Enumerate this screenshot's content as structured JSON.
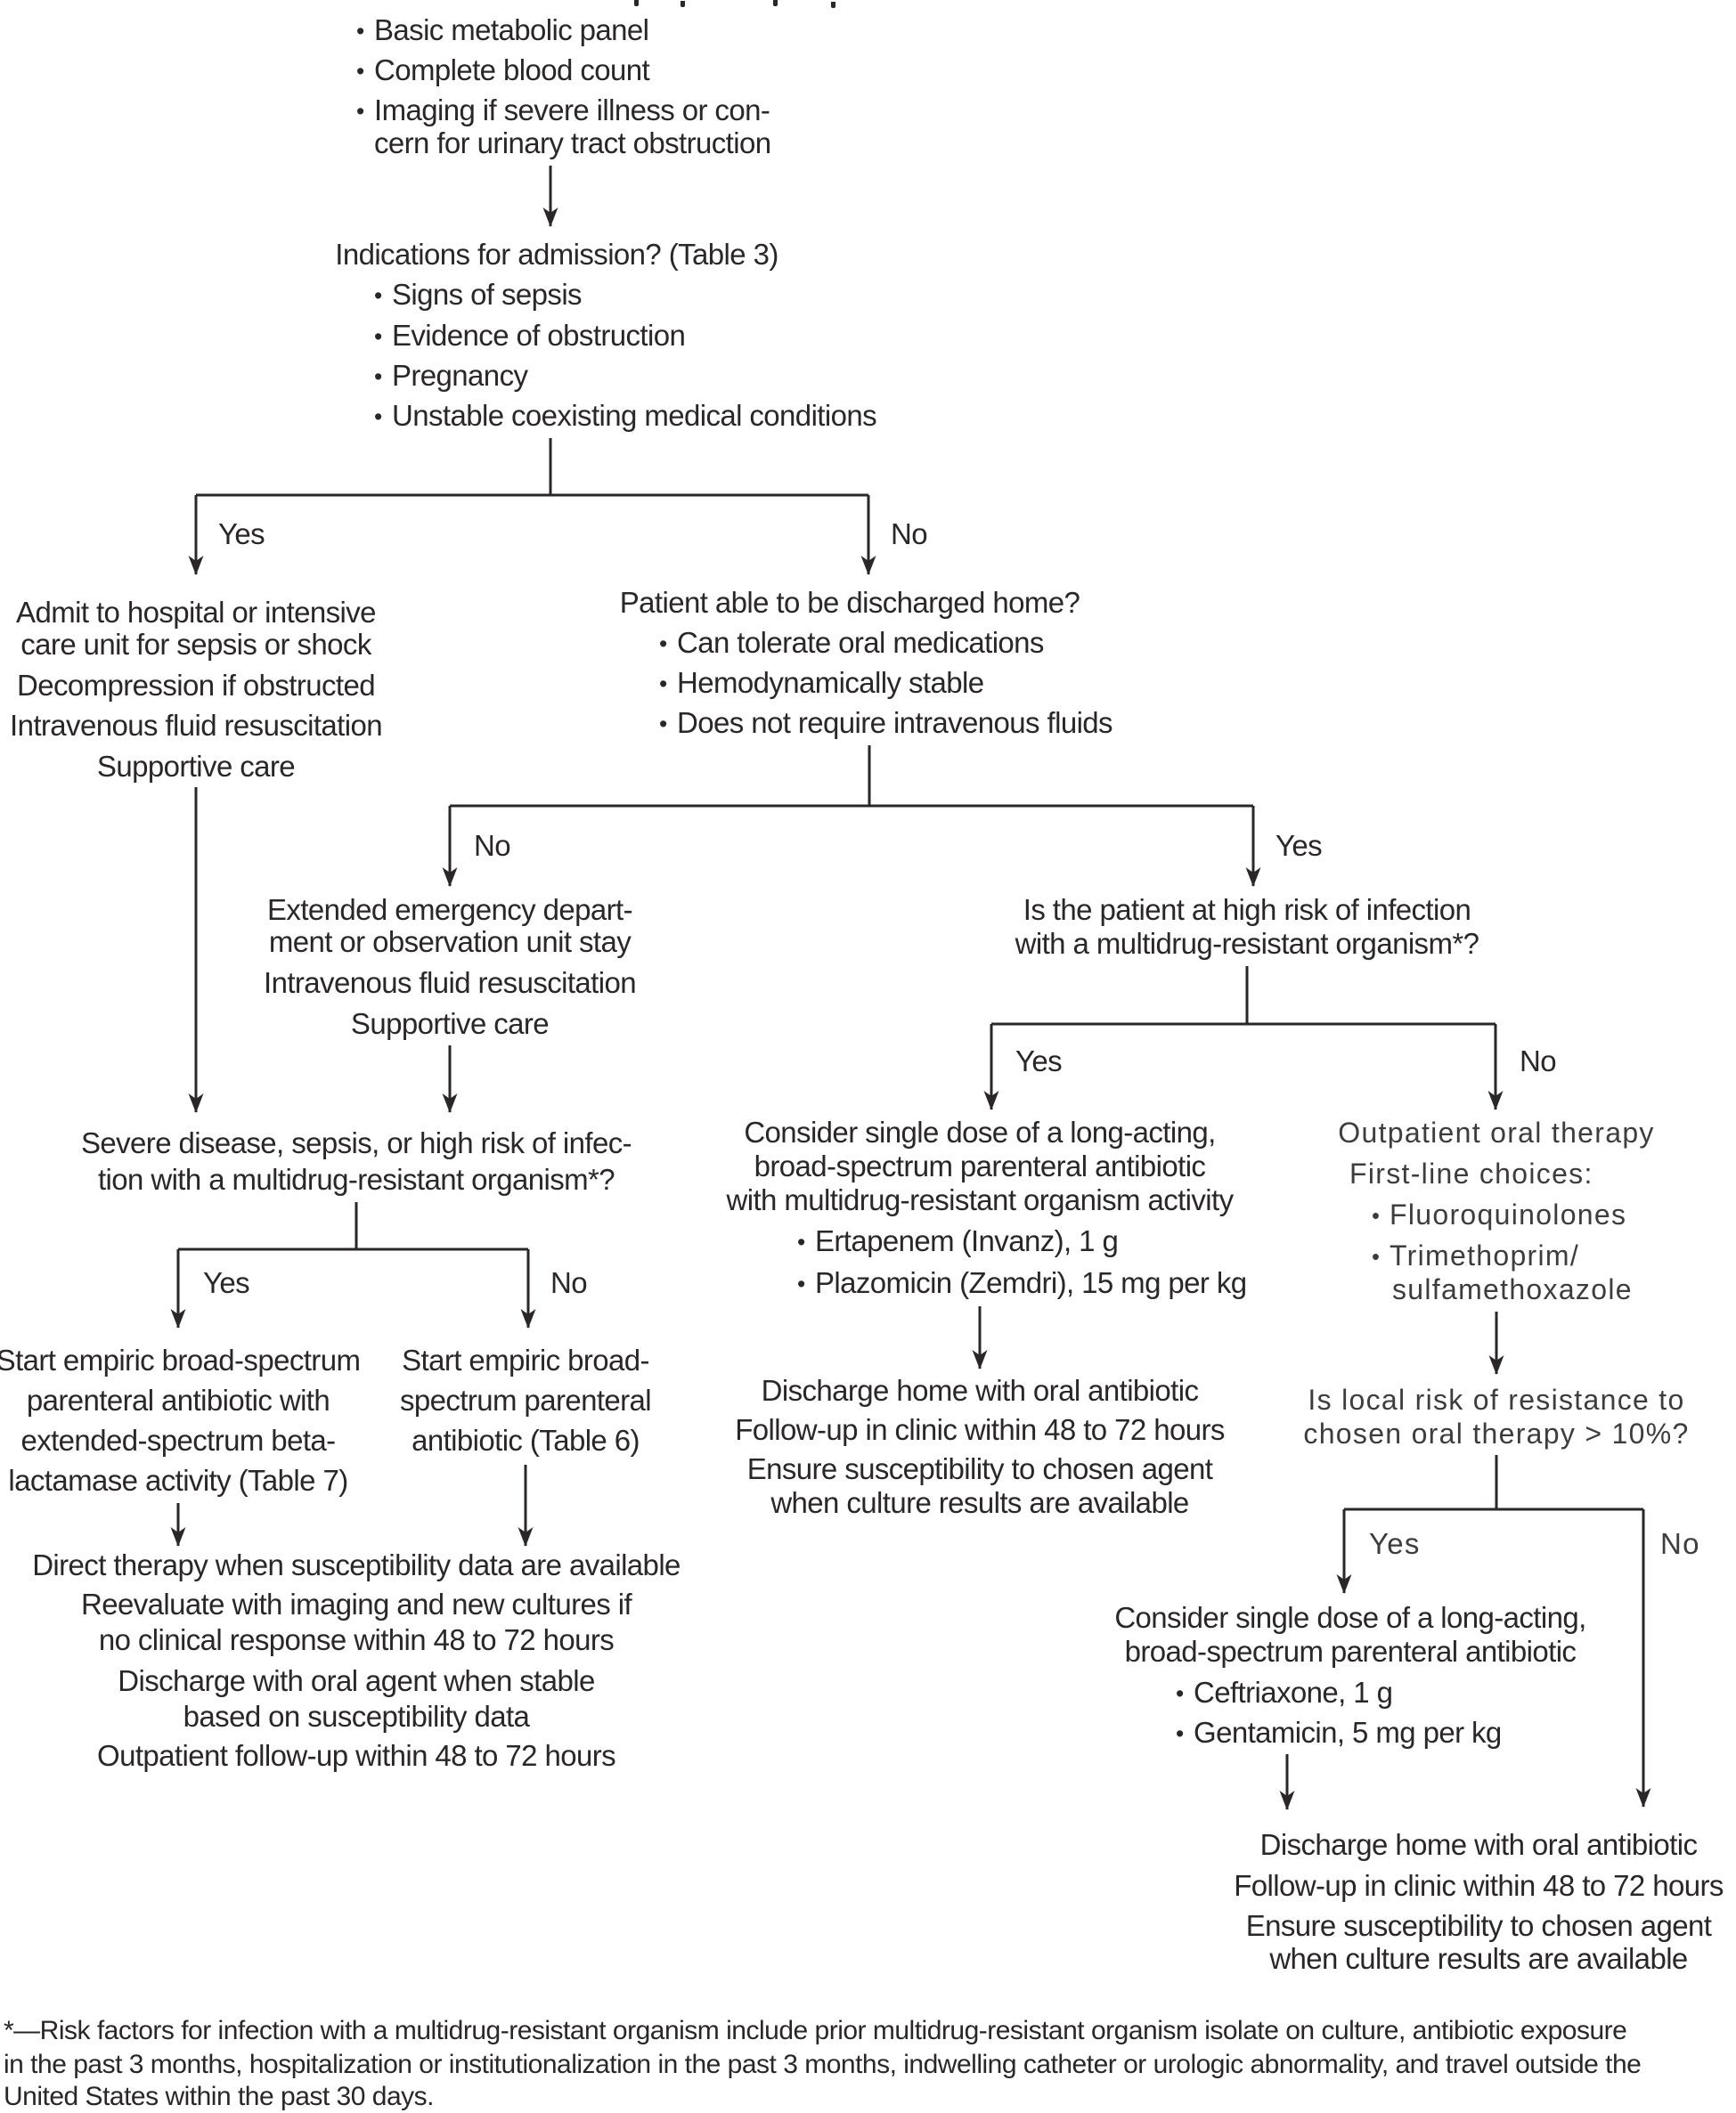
{
  "colors": {
    "ink": "#2b2728",
    "background": "#ffffff"
  },
  "flowchart": {
    "workup": {
      "items": [
        "Basic metabolic panel",
        "Complete blood count",
        "Imaging if severe illness or con-",
        "cern for urinary tract obstruction"
      ]
    },
    "admission": {
      "title": "Indications for admission? (Table 3)",
      "items": [
        "Signs of sepsis",
        "Evidence of obstruction",
        "Pregnancy",
        "Unstable coexisting medical conditions"
      ],
      "yes": "Yes",
      "no": "No"
    },
    "admit": {
      "lines": [
        "Admit to hospital or intensive",
        "care unit for sepsis or shock",
        "Decompression if obstructed",
        "Intravenous fluid resuscitation",
        "Supportive care"
      ]
    },
    "discharge_home": {
      "title": "Patient able to be discharged home?",
      "items": [
        "Can tolerate oral medications",
        "Hemodynamically stable",
        "Does not require intravenous fluids"
      ],
      "no": "No",
      "yes": "Yes"
    },
    "observation": {
      "lines": [
        "Extended emergency depart-",
        "ment or observation unit stay",
        "Intravenous fluid resuscitation",
        "Supportive care"
      ]
    },
    "severe": {
      "lines": [
        "Severe disease, sepsis, or high risk of infec-",
        "tion with a multidrug-resistant organism*?"
      ],
      "yes": "Yes",
      "no": "No"
    },
    "esbl": {
      "lines": [
        "Start empiric broad-spectrum",
        "parenteral antibiotic with",
        "extended-spectrum beta-",
        "lactamase activity (Table 7)"
      ]
    },
    "broad": {
      "lines": [
        "Start empiric broad-",
        "spectrum parenteral",
        "antibiotic (Table 6)"
      ]
    },
    "directed": {
      "lines": [
        "Direct therapy when susceptibility data are available",
        "Reevaluate with imaging and new cultures if",
        "no clinical response within 48 to 72 hours",
        "Discharge with oral agent when stable",
        "based on susceptibility data",
        "Outpatient follow-up within 48 to 72 hours"
      ]
    },
    "mdro": {
      "lines": [
        "Is the patient at high risk of infection",
        "with a multidrug-resistant organism*?"
      ],
      "yes": "Yes",
      "no": "No"
    },
    "mdro_abx": {
      "lines": [
        "Consider single dose of a long-acting,",
        "broad-spectrum parenteral antibiotic",
        "with multidrug-resistant organism activity"
      ],
      "items": [
        "Ertapenem (Invanz), 1 g",
        "Plazomicin (Zemdri), 15 mg per kg"
      ]
    },
    "mdro_discharge": {
      "lines": [
        "Discharge home with oral antibiotic",
        "Follow-up in clinic within 48 to 72 hours",
        "Ensure susceptibility to chosen agent",
        "when culture results are available"
      ]
    },
    "oral": {
      "lines": [
        "Outpatient oral therapy",
        "First-line choices:"
      ],
      "items": [
        "Fluoroquinolones",
        "Trimethoprim/",
        "sulfamethoxazole"
      ]
    },
    "resistance": {
      "lines": [
        "Is local risk of resistance to",
        "chosen oral therapy > 10%?"
      ],
      "yes": "Yes",
      "no": "No"
    },
    "res_abx": {
      "lines": [
        "Consider single dose of a long-acting,",
        "broad-spectrum parenteral antibiotic"
      ],
      "items": [
        "Ceftriaxone, 1 g",
        "Gentamicin, 5 mg per kg"
      ]
    },
    "final_discharge": {
      "lines": [
        "Discharge home with oral antibiotic",
        "Follow-up in clinic within 48 to 72 hours",
        "Ensure susceptibility to chosen agent",
        "when culture results are available"
      ]
    }
  },
  "footnote": {
    "lines": [
      "*—Risk factors for infection with a multidrug-resistant organism include prior multidrug-resistant organism isolate on culture, antibiotic exposure",
      "in the past 3 months, hospitalization or institutionalization in the past 3 months, indwelling catheter or urologic abnormality, and travel outside the",
      "United States within the past 30 days."
    ]
  }
}
